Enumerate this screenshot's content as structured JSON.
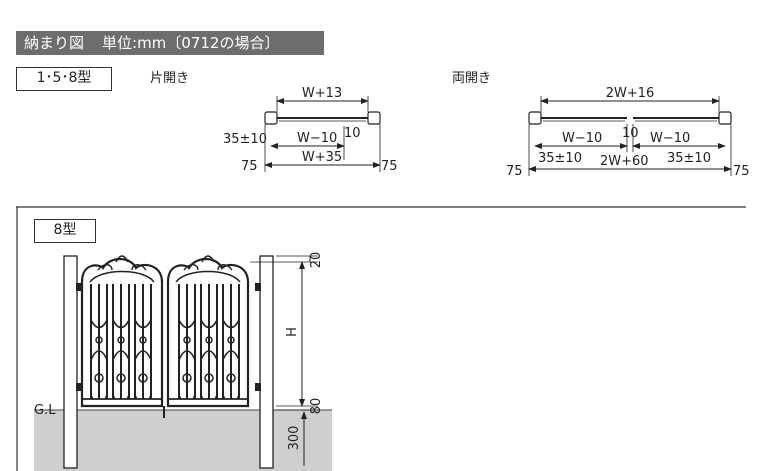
{
  "header": {
    "title": "納まり図",
    "unit": "単位:mm〔0712の場合〕"
  },
  "sections": {
    "types_label": "1･5･8型",
    "single": {
      "title": "片開き",
      "dim_top": "W+13",
      "dim_left": "35±10",
      "dim_inner": "W−10",
      "dim_gap": "10",
      "dim_bottom": "W+35",
      "dim_post_left": "75",
      "dim_post_right": "75"
    },
    "double": {
      "title": "両開き",
      "dim_top": "2W+16",
      "dim_inner_left": "W−10",
      "dim_center_gap": "10",
      "dim_inner_right": "W−10",
      "dim_clear_left": "35±10",
      "dim_bottom": "2W+60",
      "dim_clear_right": "35±10",
      "dim_post_left": "75",
      "dim_post_right": "75"
    },
    "elevation": {
      "type_label": "8型",
      "ground_label": "G.L",
      "dim_top": "20",
      "dim_height": "H",
      "dim_bottom_gap": "80",
      "dim_foundation": "300"
    }
  }
}
